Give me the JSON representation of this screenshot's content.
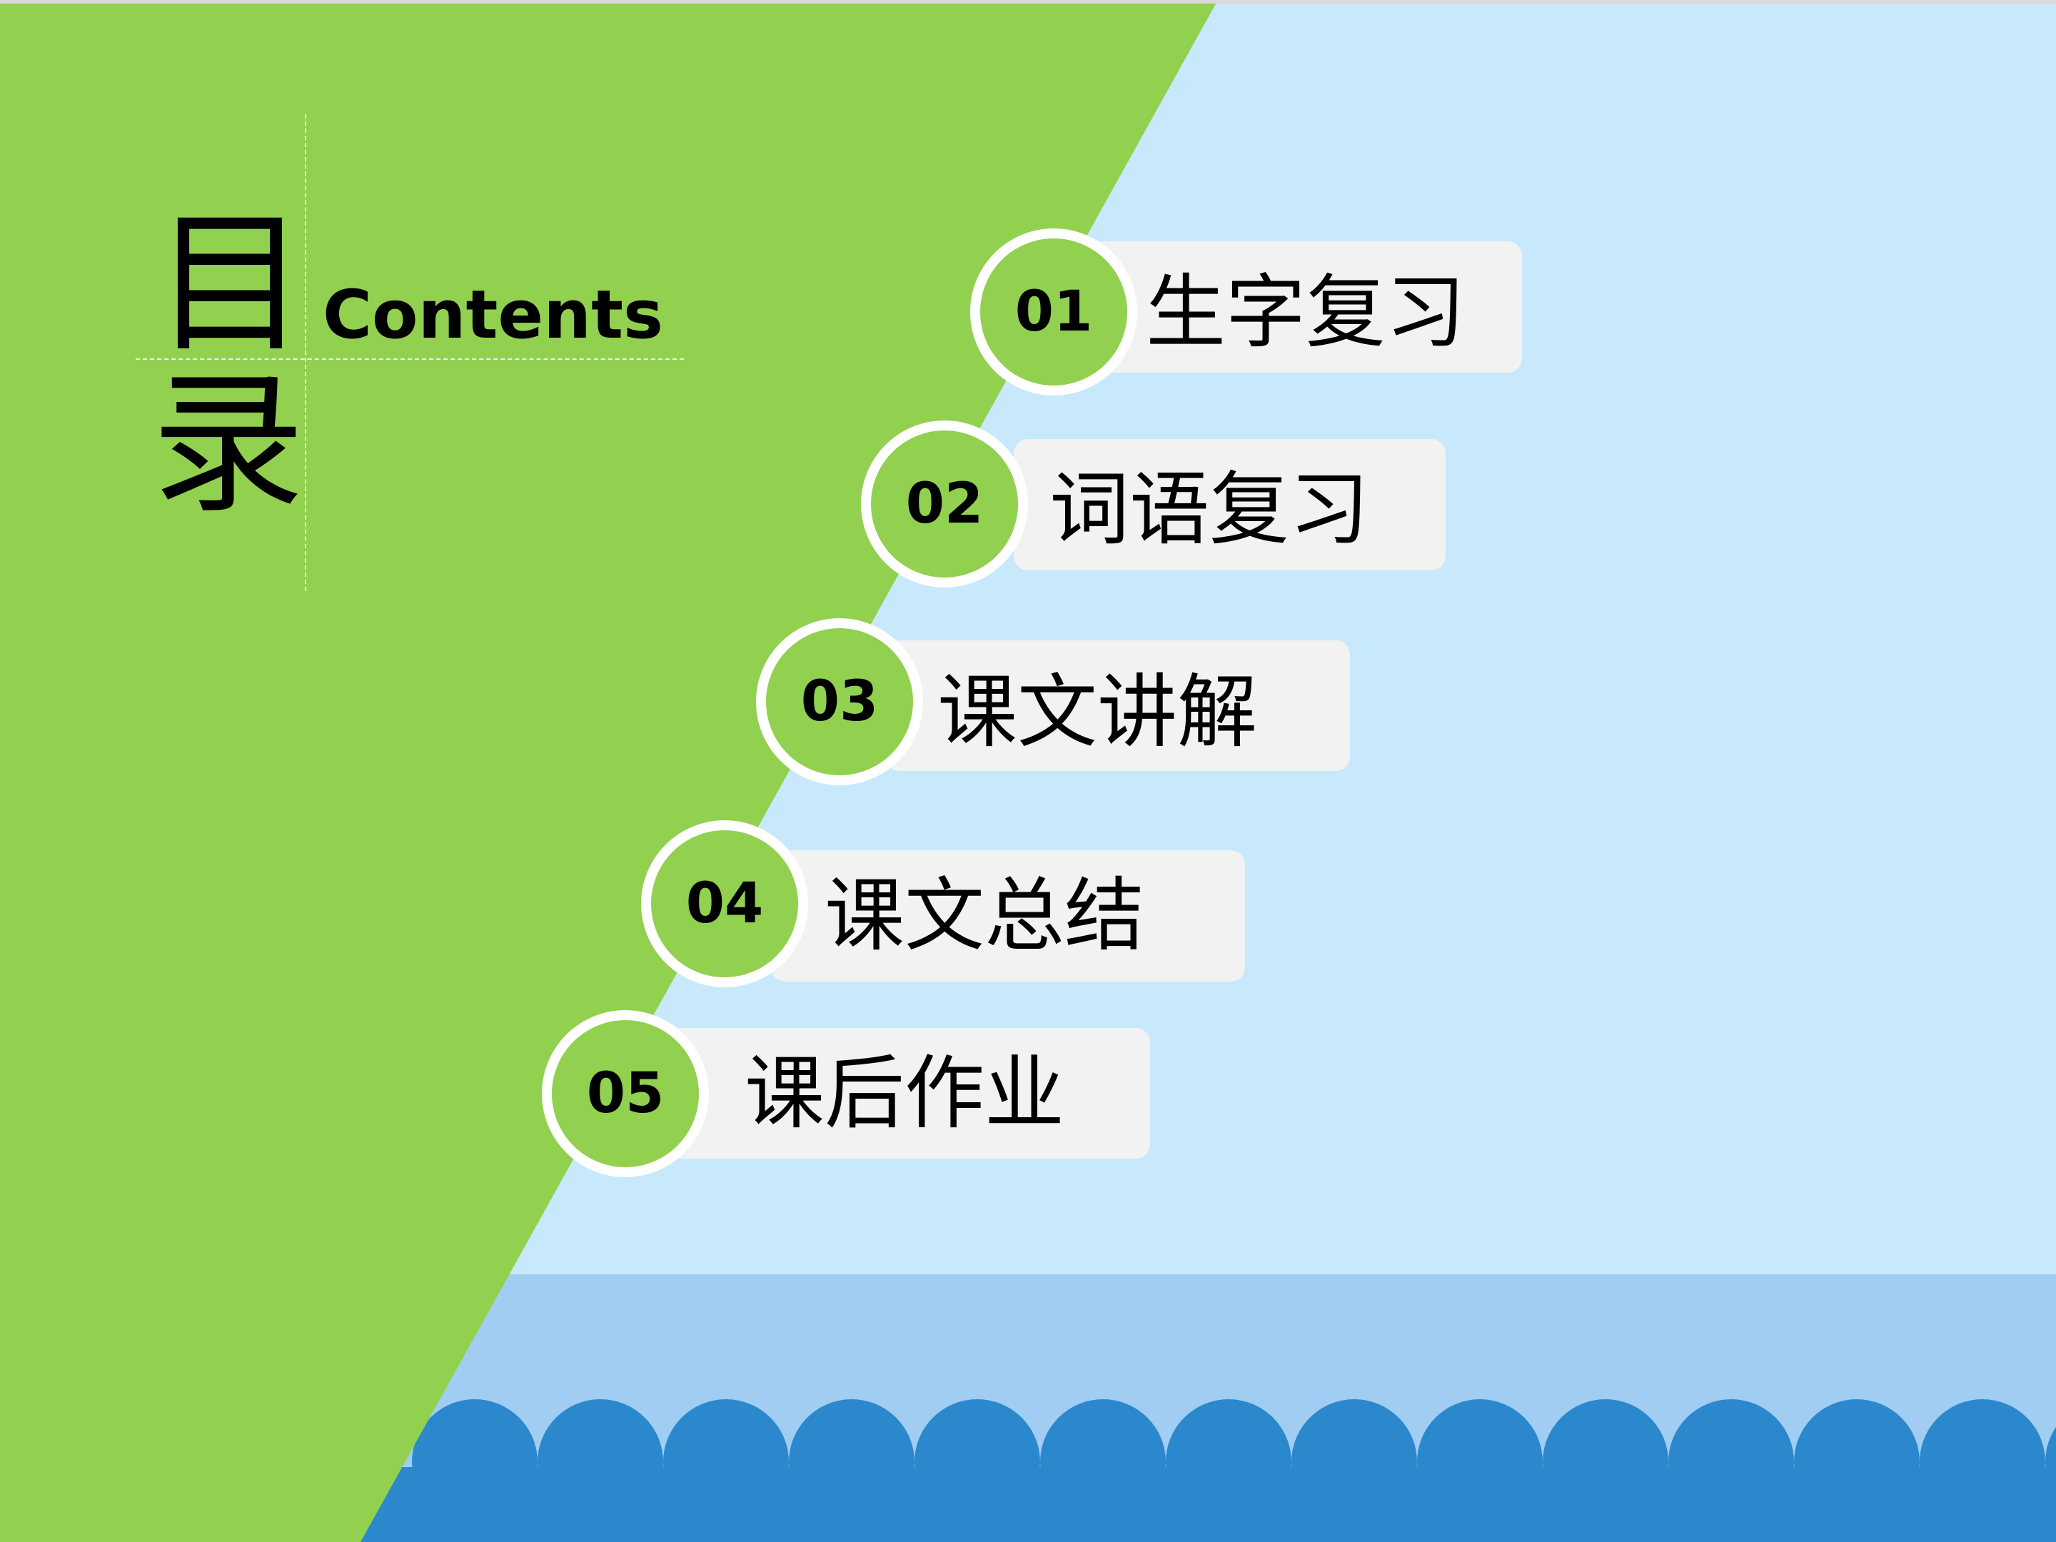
{
  "title": {
    "line1": "目",
    "line2": "录",
    "subtitle": "Contents"
  },
  "menu": [
    {
      "number": "01",
      "label": "生字复习"
    },
    {
      "number": "02",
      "label": "词语复习"
    },
    {
      "number": "03",
      "label": "课文讲解"
    },
    {
      "number": "04",
      "label": "课文总结"
    },
    {
      "number": "05",
      "label": "课后作业"
    }
  ],
  "colors": {
    "green_panel": "#92d050",
    "sky": "#c8e8fb",
    "lower_band": "#a0cdf1",
    "waves": "#2b88cc",
    "bar": "#f2f2f2",
    "circle_border": "#ffffff"
  }
}
